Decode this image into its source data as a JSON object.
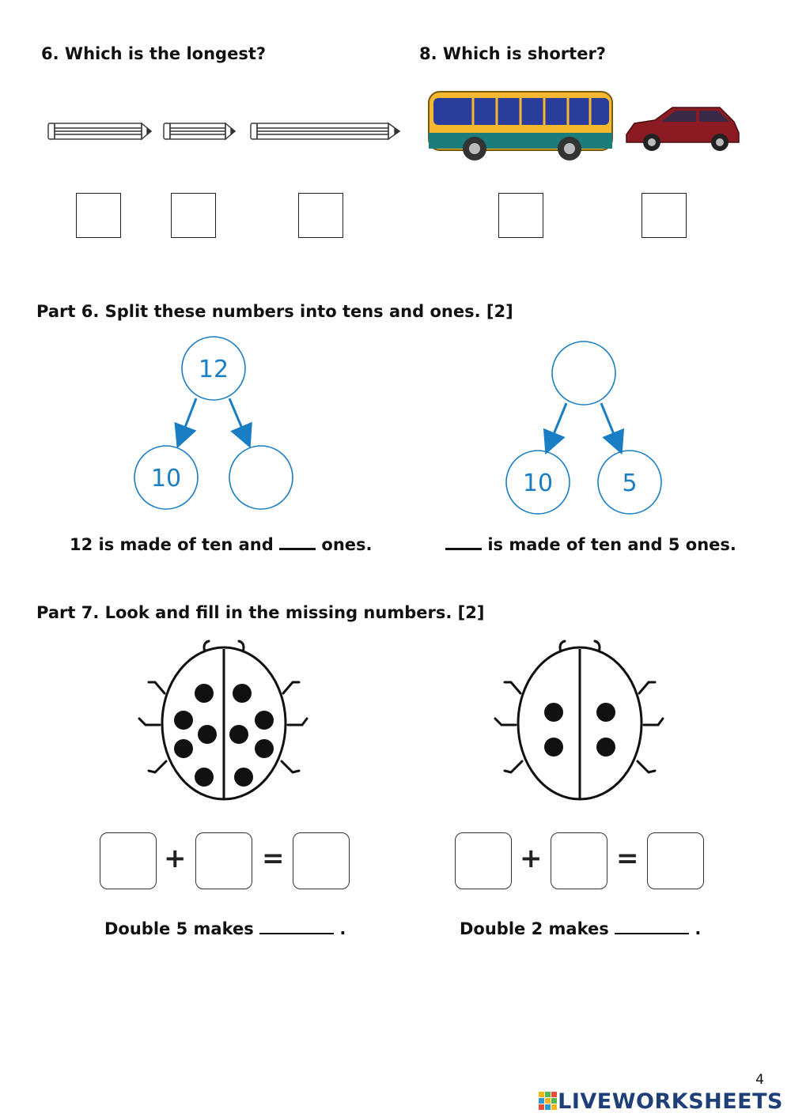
{
  "questions": {
    "q6": "6. Which is the longest?",
    "q8": "8. Which is shorter?"
  },
  "part6": {
    "heading": "Part 6. Split these numbers into tens and ones. [2]",
    "left_tree": {
      "top": "12",
      "bottom_left": "10",
      "bottom_right": ""
    },
    "right_tree": {
      "top": "",
      "bottom_left": "10",
      "bottom_right": "5"
    },
    "left_sentence": {
      "before": "12 is made of ten and",
      "after": "ones."
    },
    "right_sentence": {
      "after": "is made of ten and 5 ones."
    }
  },
  "part7": {
    "heading": "Part 7. Look and fill in the missing numbers. [2]",
    "plus": "+",
    "equals": "=",
    "left_sentence": {
      "before": "Double 5 makes",
      "after": "."
    },
    "right_sentence": {
      "before": "Double 2 makes",
      "after": "."
    }
  },
  "footer": {
    "page_number": "4",
    "logo": "LIVEWORKSHEETS"
  },
  "colors": {
    "circle_blue": "#1a7ec4",
    "bus_yellow": "#f5b82e",
    "car_red": "#8b1a22",
    "logo_navy": "#1e3f78"
  }
}
